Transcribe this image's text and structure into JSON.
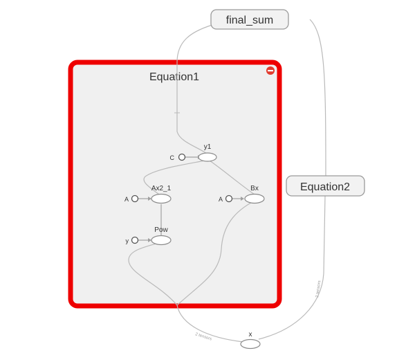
{
  "graph": {
    "groups": {
      "equation1": {
        "label": "Equation1",
        "selected": true
      },
      "equation2": {
        "label": "Equation2"
      },
      "final_sum": {
        "label": "final_sum"
      }
    },
    "ops": {
      "y1": "y1",
      "ax2_1": "Ax2_1",
      "pow": "Pow",
      "bx": "Bx",
      "x": "x"
    },
    "constants": {
      "c": "C",
      "a_ax2": "A",
      "a_bx": "A",
      "y": "y"
    },
    "edge_labels": {
      "x_to_equation1": "2 tensors",
      "x_to_equation2": "2 tensors"
    }
  },
  "colors": {
    "selection_border": "#ee0000",
    "group_fill": "#f0f0f0",
    "collapsed_group_fill": "#f2f2f2",
    "remove_badge": "#e23b2e",
    "edge": "#b9b9b9"
  },
  "icons": {
    "remove_badge": "minus-circle-icon"
  }
}
